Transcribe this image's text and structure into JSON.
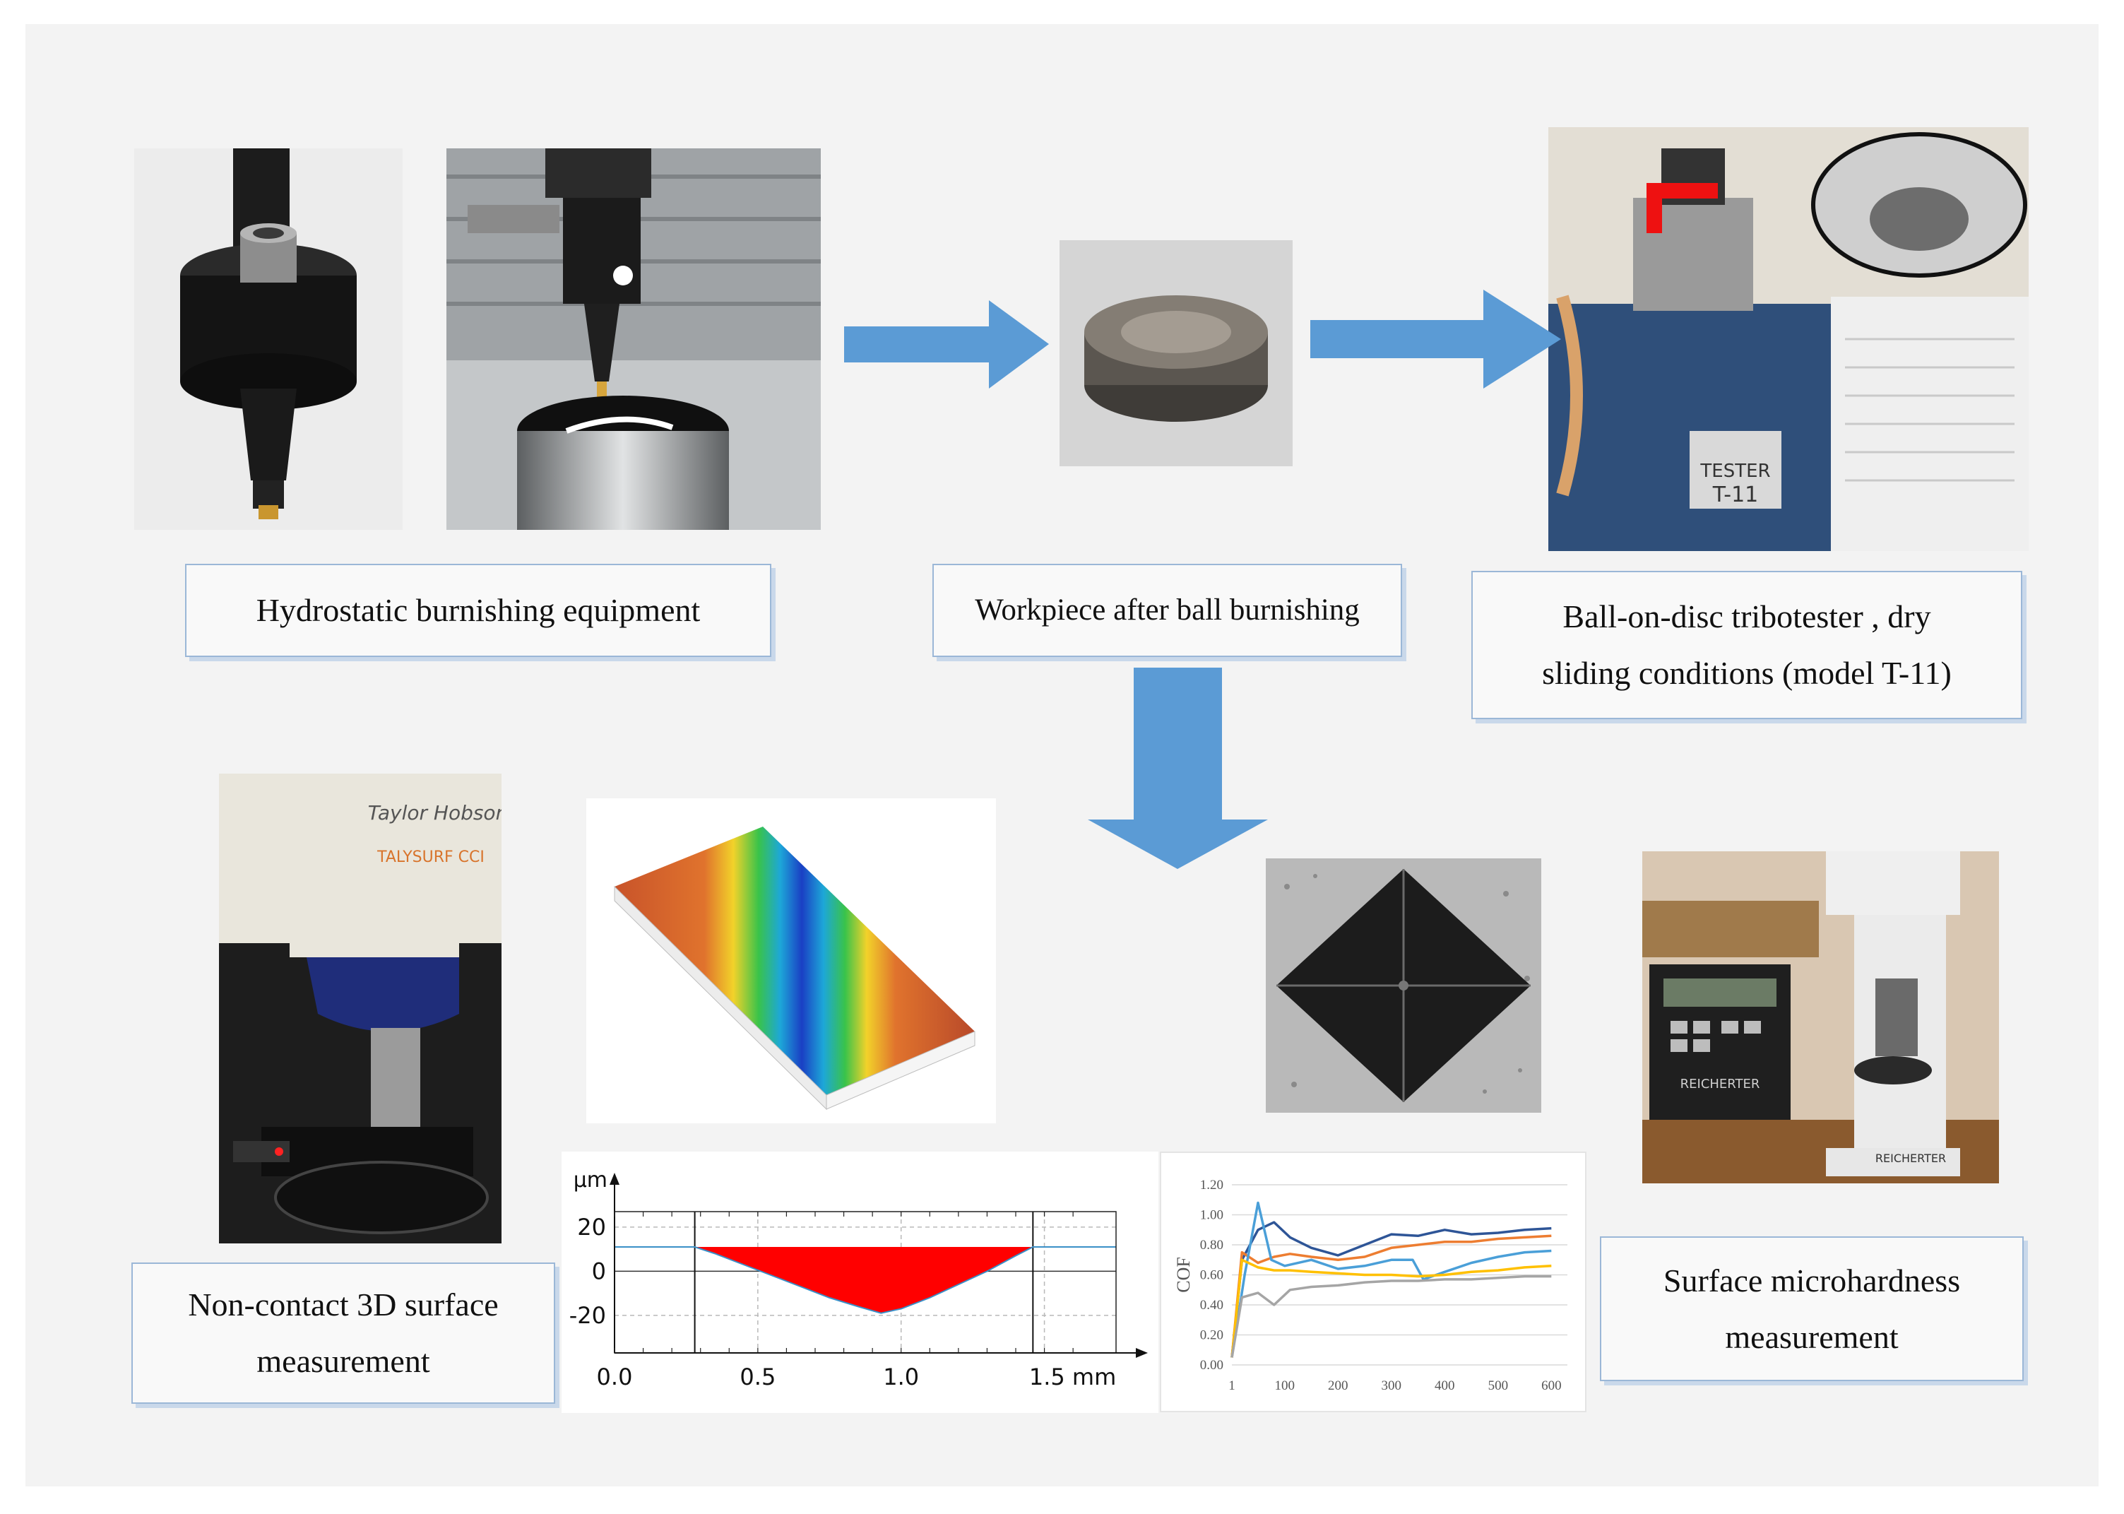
{
  "captions": {
    "hydrostatic": "Hydrostatic burnishing equipment",
    "workpiece": "Workpiece after ball burnishing",
    "tribotester_line1": "Ball-on-disc tribotester , dry",
    "tribotester_line2": "sliding conditions (model T-11)",
    "noncontact_line1": "Non-contact 3D surface",
    "noncontact_line2": "measurement",
    "microhardness_line1": "Surface microhardness",
    "microhardness_line2": "measurement"
  },
  "photo_labels": {
    "taylor_hobson": "Taylor Hobson",
    "talysurf": "TALYSURF CCI",
    "tester": "TESTER",
    "model": "T-11",
    "reicherter": "REICHERTER"
  },
  "colors": {
    "arrow": "#5b9bd5",
    "profile_fill": "#ff0000",
    "caption_border": "#9bb7d7"
  },
  "chart_data": [
    {
      "type": "area",
      "ylabel": "µm",
      "x_ticks": [
        "0.0",
        "0.5",
        "1.0",
        "1.5 mm"
      ],
      "y_ticks": [
        "20",
        "0",
        "-20"
      ],
      "xlim": [
        0.0,
        1.75
      ],
      "ylim": [
        -37,
        27
      ],
      "grid": true,
      "x": [
        0.0,
        0.28,
        0.35,
        0.45,
        0.55,
        0.65,
        0.75,
        0.85,
        0.93,
        1.0,
        1.1,
        1.2,
        1.3,
        1.4,
        1.46,
        1.75
      ],
      "values": [
        11,
        11,
        8,
        3,
        -2,
        -7,
        -12,
        -16,
        -19,
        -17,
        -12,
        -6,
        0,
        7,
        11,
        11
      ]
    },
    {
      "type": "line",
      "ylabel": "COF",
      "x_ticks": [
        "1",
        "100",
        "200",
        "300",
        "400",
        "500",
        "600"
      ],
      "y_ticks": [
        "0.00",
        "0.20",
        "0.40",
        "0.60",
        "0.80",
        "1.00",
        "1.20"
      ],
      "xlim": [
        1,
        630
      ],
      "ylim": [
        0,
        1.2
      ],
      "grid": true,
      "series": [
        {
          "color": "#2e5597",
          "x": [
            1,
            20,
            50,
            80,
            110,
            150,
            200,
            250,
            300,
            350,
            400,
            450,
            500,
            550,
            600
          ],
          "values": [
            0.05,
            0.7,
            0.9,
            0.95,
            0.85,
            0.78,
            0.73,
            0.8,
            0.87,
            0.86,
            0.9,
            0.87,
            0.88,
            0.9,
            0.91
          ]
        },
        {
          "color": "#ed7d31",
          "x": [
            1,
            20,
            50,
            80,
            110,
            150,
            200,
            250,
            300,
            350,
            400,
            450,
            500,
            550,
            600
          ],
          "values": [
            0.05,
            0.75,
            0.68,
            0.72,
            0.74,
            0.72,
            0.7,
            0.72,
            0.78,
            0.8,
            0.82,
            0.82,
            0.84,
            0.85,
            0.86
          ]
        },
        {
          "color": "#4a9fd8",
          "x": [
            1,
            25,
            50,
            75,
            100,
            150,
            200,
            250,
            300,
            340,
            360,
            400,
            450,
            500,
            550,
            600
          ],
          "values": [
            0.05,
            0.6,
            1.08,
            0.7,
            0.66,
            0.7,
            0.64,
            0.66,
            0.7,
            0.7,
            0.57,
            0.62,
            0.68,
            0.72,
            0.75,
            0.76
          ]
        },
        {
          "color": "#ffc000",
          "x": [
            1,
            20,
            50,
            80,
            110,
            150,
            200,
            250,
            300,
            350,
            400,
            450,
            500,
            550,
            600
          ],
          "values": [
            0.05,
            0.7,
            0.65,
            0.63,
            0.63,
            0.62,
            0.61,
            0.6,
            0.6,
            0.59,
            0.6,
            0.62,
            0.63,
            0.65,
            0.66
          ]
        },
        {
          "color": "#a5a5a5",
          "x": [
            1,
            20,
            50,
            80,
            110,
            150,
            200,
            250,
            300,
            350,
            400,
            450,
            500,
            550,
            600
          ],
          "values": [
            0.05,
            0.45,
            0.48,
            0.4,
            0.5,
            0.52,
            0.53,
            0.55,
            0.56,
            0.56,
            0.57,
            0.57,
            0.58,
            0.59,
            0.59
          ]
        }
      ]
    }
  ]
}
